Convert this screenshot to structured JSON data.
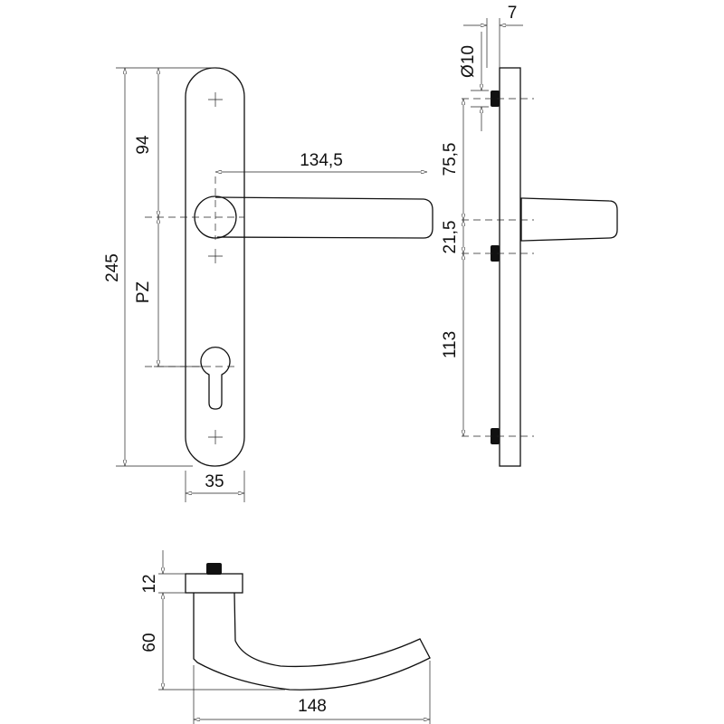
{
  "drawing": {
    "front_view": {
      "height_total": "245",
      "to_lever_axis": "94",
      "lever_to_cylinder": "PZ",
      "lever_length": "134,5",
      "plate_width": "35"
    },
    "side_view": {
      "plate_thickness": "7",
      "pin_diameter": "Ø10",
      "pin_to_axis": "75,5",
      "axis_to_pin": "21,5",
      "pin_spacing": "113"
    },
    "top_view": {
      "rose_height": "12",
      "lever_projection": "60",
      "lever_reach": "148"
    }
  }
}
